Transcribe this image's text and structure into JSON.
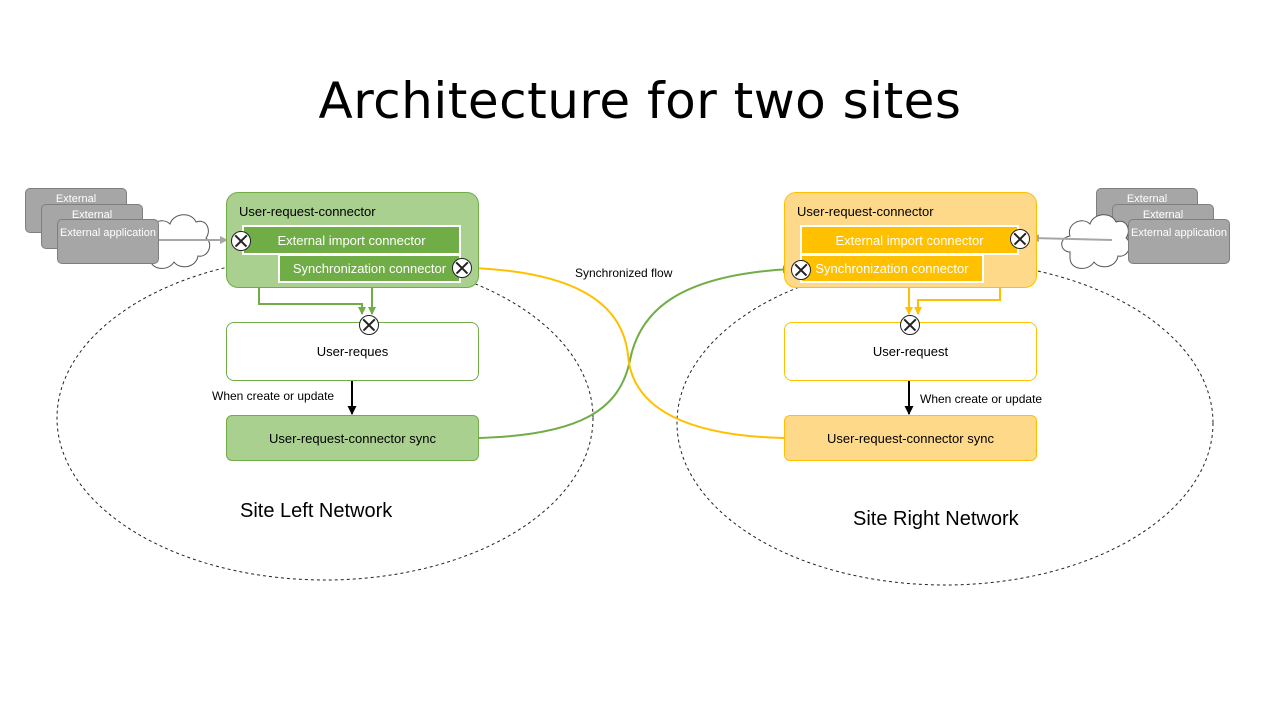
{
  "title": "Architecture for two sites",
  "flow_label": "Synchronized flow",
  "left_site": {
    "network_label": "Site Left Network",
    "connector_label": "User-request-connector",
    "import_connector_label": "External import connector",
    "sync_connector_label": "Synchronization connector",
    "user_request_label": "User-reques",
    "trigger_label": "When create or update",
    "sync_box_label": "User-request-connector sync",
    "external_apps": [
      "External",
      "External",
      "External application"
    ],
    "accent_color": "#70ad47"
  },
  "right_site": {
    "network_label": "Site Right Network",
    "connector_label": "User-request-connector",
    "import_connector_label": "External import connector",
    "sync_connector_label": "Synchronization connector",
    "user_request_label": "User-request",
    "trigger_label": "When create or update",
    "sync_box_label": "User-request-connector sync",
    "external_apps": [
      "External",
      "External",
      "External application"
    ],
    "accent_color": "#ffc000"
  }
}
